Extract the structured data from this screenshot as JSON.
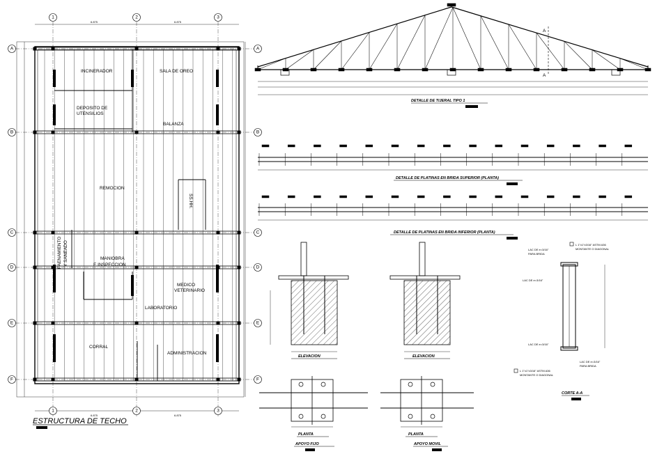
{
  "plan": {
    "title": "ESTRUCTURA DE TECHO",
    "col_axes": [
      "1",
      "2",
      "3"
    ],
    "row_axes": [
      "A",
      "B",
      "C",
      "D",
      "E",
      "F"
    ],
    "rooms": {
      "incinerador": "INCINERADOR",
      "sala_oreo": "SALA DE OREO",
      "deposito_1": "DEPOSITO DE",
      "deposito_2": "UTENSILIOS",
      "balanza": "BALANZA",
      "remocion": "REMOCION",
      "sshh": "SS.HH.",
      "maniobra_1": "MANIOBRA",
      "maniobra_2": "E INSPECCION",
      "lateral_1": "FAENAMIENTO",
      "lateral_2": "Y SANEADO",
      "medico_1": "MEDICO",
      "medico_2": "VETERINARIO",
      "laboratorio": "LABORATORIO",
      "corral": "CORRAL",
      "administracion": "ADMINISTRACION"
    }
  },
  "truss": {
    "title": "DETALLE DE TIJERAL TIPO 1",
    "section_mark": "A"
  },
  "strips": {
    "top_title": "DETALLE DE PLATINAS EN BRIDA SUPERIOR (PLANTA)",
    "bottom_title": "DETALLE DE PLATINAS EN BRIDA INFERIOR (PLANTA)"
  },
  "supports": {
    "elevation_label": "ELEVACION",
    "plan_label": "PLANTA",
    "fixed_title": "APOYO FIJO",
    "mobile_title": "APOYO MOVIL"
  },
  "section": {
    "title": "CORTE A-A",
    "note_top_1": "L 1\"x1\"x3/16\" ASTM A36",
    "note_top_2": "MONTANTE O DIAGONAL",
    "note_mid_1": "LAC DE e=3/16\"",
    "note_mid_2": "PARA BRIDA",
    "note_low": "LAC DE e=3/16\"",
    "note_bot_1": "LAC DE e=3/16\"",
    "note_bot_2": "PARA BRIDA",
    "note_end_1": "L 1\"x1\"x3/16\" ASTM A36",
    "note_end_2": "MONTANTE O DIAGONAL"
  }
}
